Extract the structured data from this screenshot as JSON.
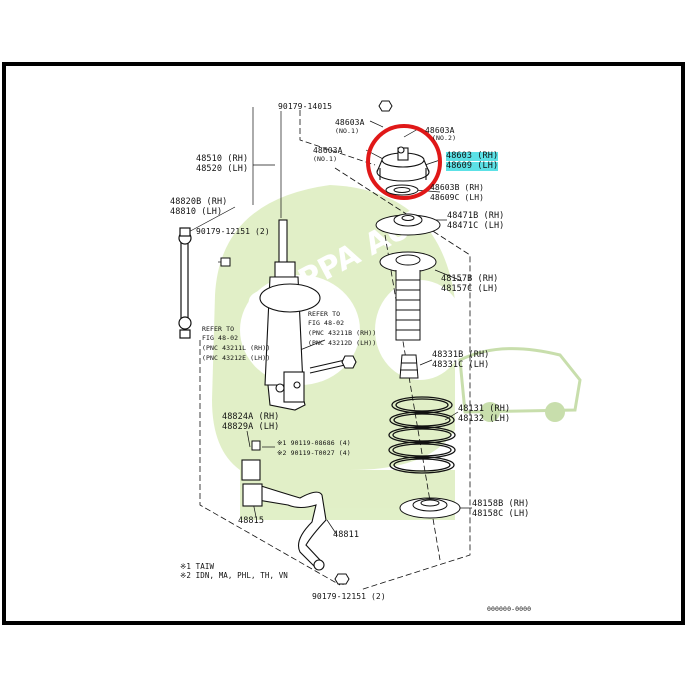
{
  "labels": {
    "p90179_14015": "90179-14015",
    "p48603a_top": "48603A",
    "no1_top": "(NO.1)",
    "p48603a_right": "48603A",
    "no2_right": "(NO.2)",
    "p48603a_left": "48603A",
    "no1_left": "(NO.1)",
    "p48510": "48510 (RH)",
    "p48520": "48520 (LH)",
    "p48603": "48603 (RH)",
    "p48609": "48609 (LH)",
    "p48603b": "48603B (RH)",
    "p48609c": "48609C (LH)",
    "p48820b": "48820B (RH)",
    "p48810": "48810 (LH)",
    "p90179_12151": "90179-12151 (2)",
    "p48471b": "48471B (RH)",
    "p48471c": "48471C (LH)",
    "p48157b": "48157B (RH)",
    "p48157c": "48157C (LH)",
    "refer_l1": "REFER TO",
    "refer_l2": "FIG 48-02",
    "refer_l3": "(PNC 43211L (RH))",
    "refer_l4": "(PNC 43212E (LH))",
    "refer_r1": "REFER TO",
    "refer_r2": "FIG 48-02",
    "refer_r3": "(PNC 43211B (RH))",
    "refer_r4": "(PNC 43212D (LH))",
    "p48331b": "48331B (RH)",
    "p48331c": "48331C (LH)",
    "p48131": "48131 (RH)",
    "p48132": "48132 (LH)",
    "p48824a": "48824A (RH)",
    "p48829a": "48829A (LH)",
    "p_bolt1": "※1 90119-08686 (4)",
    "p_bolt2": "※2 90119-T0027 (4)",
    "p48158b": "48158B (RH)",
    "p48158c": "48158C (LH)",
    "p48815": "48815",
    "p48811": "48811",
    "note1": "※1 TAIW",
    "note2": "※2 IDN, MA, PHL, TH, VN",
    "p90179_12151b": "90179-12151 (2)",
    "diagram_id": "000000-0000"
  },
  "watermark": {
    "text": "CHIPPA AUTO",
    "color": "#b9d98a"
  },
  "highlight": {
    "circle_color": "#e01818",
    "label_bg": "#5ce1e6"
  }
}
